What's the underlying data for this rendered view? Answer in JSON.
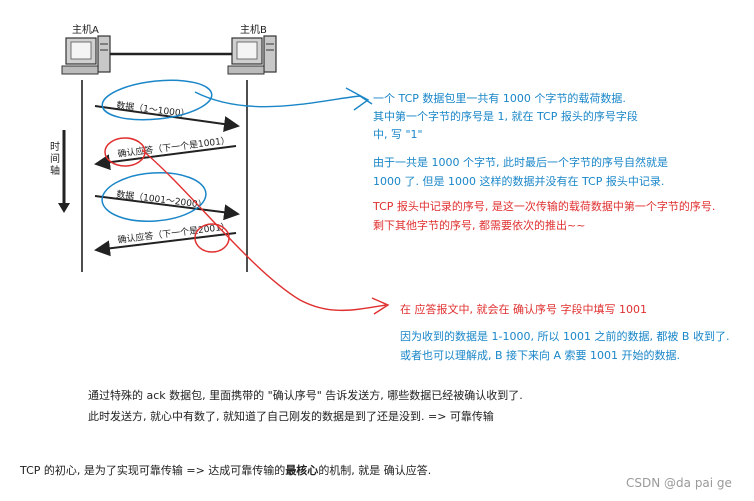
{
  "hosts": {
    "a": "主机A",
    "b": "主机B"
  },
  "time_axis": [
    "时",
    "间",
    "轴"
  ],
  "messages": {
    "data1": "数据（1～1000）",
    "ack1": "确认应答（下一个是1001）",
    "data2": "数据（1001～2000）",
    "ack2": "确认应答（下一个是2001）"
  },
  "notes": {
    "blue1": [
      "一个 TCP 数据包里一共有 1000 个字节的载荷数据.",
      "其中第一个字节的序号是 1, 就在 TCP 报头的序号字段",
      "中, 写 \"1\""
    ],
    "blue2": [
      "由于一共是 1000 个字节, 此时最后一个字节的序号自然就是",
      "1000 了. 但是 1000 这样的数据并没有在 TCP 报头中记录."
    ],
    "red1": [
      "TCP 报头中记录的序号, 是这一次传输的载荷数据中第一个字节的序号.",
      "剩下其他字节的序号, 都需要依次的推出~~"
    ],
    "red2": "在 应答报文中, 就会在 确认序号 字段中填写 1001",
    "blue3": [
      "因为收到的数据是 1-1000, 所以 1001 之前的数据, 都被 B 收到了.",
      "或者也可以理解成, B 接下来向 A 索要 1001 开始的数据."
    ],
    "black1": [
      "通过特殊的 ack 数据包, 里面携带的 \"确认序号\" 告诉发送方, 哪些数据已经被确认收到了.",
      "此时发送方, 就心中有数了, 就知道了自己刚发的数据是到了还是没到. => 可靠传输"
    ],
    "bottom_prefix": "TCP 的初心, 是为了实现可靠传输 => 达成可靠传输的",
    "bottom_bold": "最核心",
    "bottom_suffix": "的机制, 就是 确认应答."
  },
  "watermark": "CSDN @da pai ge",
  "colors": {
    "blue": "#1a86c8",
    "red": "#e03030",
    "text": "#222222"
  }
}
